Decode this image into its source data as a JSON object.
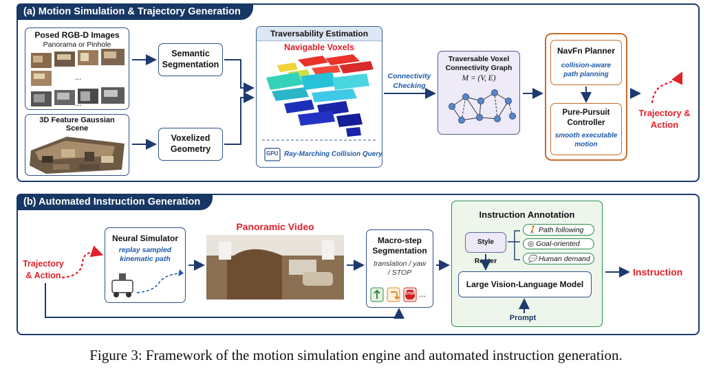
{
  "panel_a": {
    "title": "(a) Motion Simulation & Trajectory Generation",
    "rgbd": {
      "title": "Posed RGB-D Images",
      "subtitle": "Panorama or Pinhole",
      "dots": "..."
    },
    "gaussian": {
      "title": "3D Feature Gaussian Scene"
    },
    "semantic": "Semantic Segmentation",
    "voxelized": "Voxelized Geometry",
    "trav": {
      "title": "Traversability Estimation",
      "voxels_label": "Navigable Voxels",
      "gpu": "GPU",
      "ray": "Ray-Marching Collision Query"
    },
    "connectivity": "Connectivity Checking",
    "graph": {
      "title": "Traversable Voxel Connectivity Graph",
      "formula": "M = (V, E)"
    },
    "navfn": {
      "title": "NavFn Planner",
      "desc": "collision-aware path planning"
    },
    "pursuit": {
      "title": "Pure-Pursuit Controller",
      "desc": "smooth executable motion"
    },
    "output": "Trajectory & Action"
  },
  "panel_b": {
    "title": "(b) Automated Instruction Generation",
    "input": "Trajectory & Action",
    "neural": {
      "title": "Neural Simulator",
      "desc": "replay sampled kinematic path"
    },
    "video_label": "Panoramic Video",
    "macro": {
      "title": "Macro-step Segmentation",
      "desc": "translation / yaw / STOP",
      "stop": "STOP",
      "more": "..."
    },
    "annotation": {
      "title": "Instruction Annotation",
      "router": "Style Router",
      "lvlm": "Large Vision-Language Model",
      "prompt": "Prompt",
      "styles": [
        "Path following",
        "Goal-oriented",
        "Human demand"
      ]
    },
    "output": "Instruction"
  },
  "caption": "Figure 3: Framework of the motion simulation engine and automated instruction generation.",
  "colors": {
    "navy": "#173764",
    "accent_red": "#e0202a",
    "italic_blue": "#1f5aa8",
    "orange": "#c96a2b",
    "green": "#2c8a4a"
  }
}
